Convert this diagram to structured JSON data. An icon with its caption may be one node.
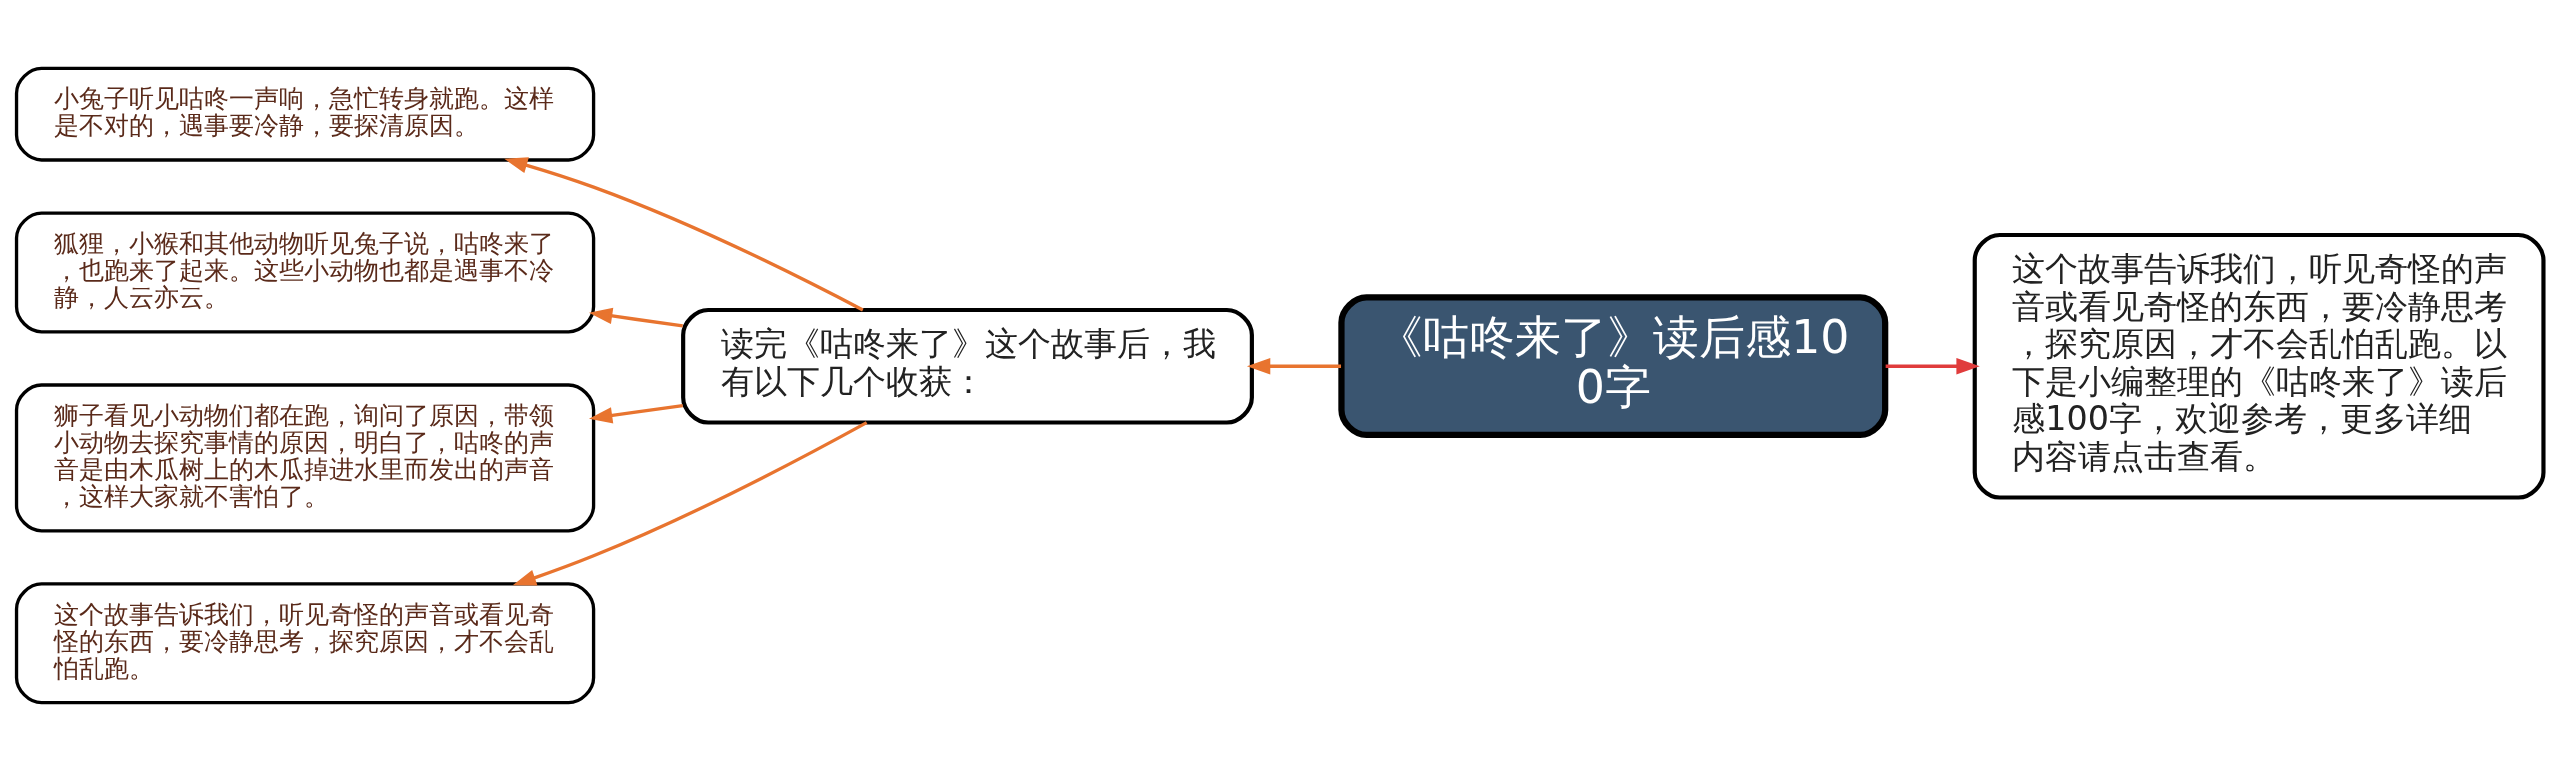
{
  "diagram": {
    "nodes": [
      {
        "text": [
          "《咕咚来了》读后感100字"
        ]
      },
      {
        "text": [
          "读完《咕咚来了》这个故事后，我有以下几个收获："
        ]
      },
      {
        "text": [
          "小兔子听见咕咚一声响，急忙转身就跑。这样是不对的，遇事要冷静，要探清原因。"
        ]
      },
      {
        "text": [
          "狐狸，小猴和其他动物听见兔子说，咕咚来了，也跑来了起来。这些小动物也都是遇事不冷静，人云亦云。"
        ]
      },
      {
        "text": [
          "狮子看见小动物们都在跑，询问了原因，带领小动物去探究事情的原因，明白了，咕咚的声音是由木瓜树上的木瓜掉进水里而发出的声音，这样大家就不害怕了。"
        ]
      },
      {
        "text": [
          "这个故事告诉我们，听见奇怪的声音或看见奇怪的东西，要冷静思考，探究原因，才不会乱怕乱跑。"
        ]
      },
      {
        "text": [
          "这个故事告诉我们，听见奇怪的声音或看见奇怪的东西，要冷静思考，探究原因，才不会乱怕乱跑。以下是小编整理的《咕咚来了》读后感100字，欢迎参考，更多详细内容请点击查看。"
        ]
      }
    ],
    "edges": [
      {
        "from": 0,
        "to": 1,
        "arrow": "to",
        "color": "#e8742f"
      },
      {
        "from": 1,
        "to": 2,
        "arrow": "to",
        "color": "#e8742f"
      },
      {
        "from": 1,
        "to": 3,
        "arrow": "to",
        "color": "#e8742f"
      },
      {
        "from": 1,
        "to": 4,
        "arrow": "to",
        "color": "#e8742f"
      },
      {
        "from": 1,
        "to": 5,
        "arrow": "to",
        "color": "#e8742f"
      },
      {
        "from": 0,
        "to": 6,
        "arrow": "to",
        "color": "#e03c3c"
      }
    ]
  }
}
